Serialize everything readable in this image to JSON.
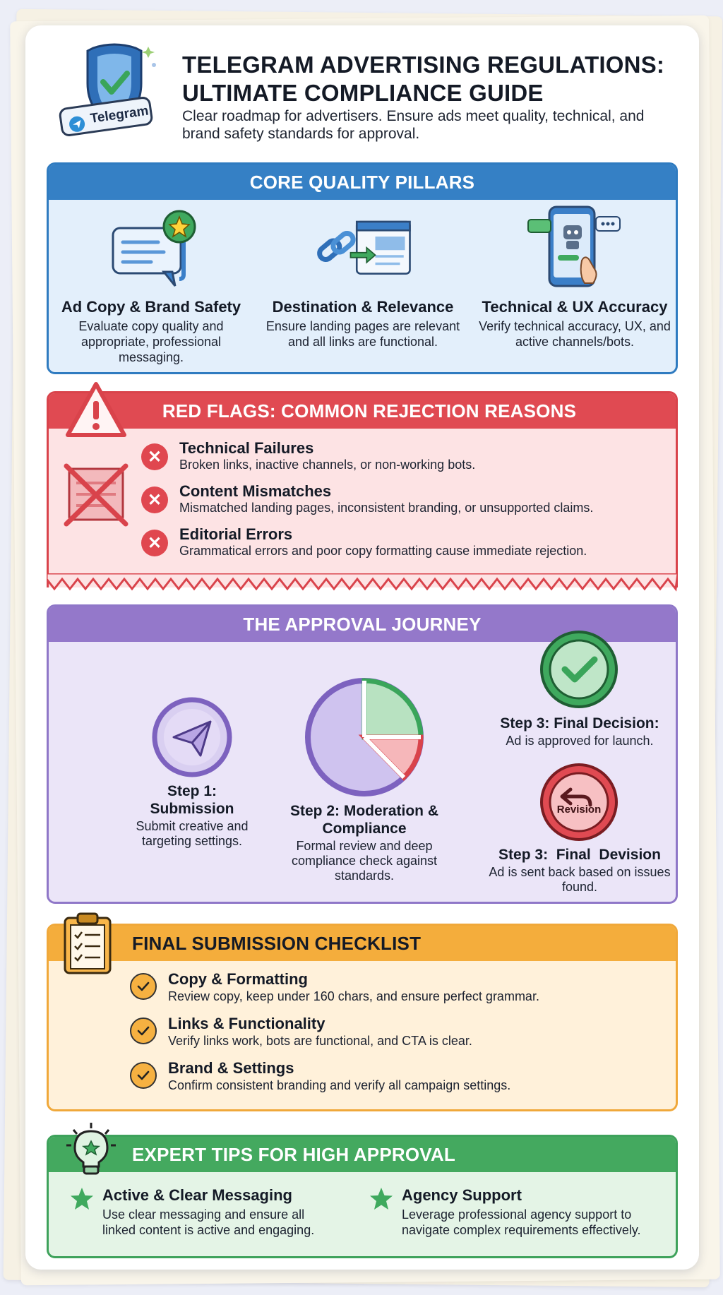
{
  "header": {
    "title_line1": "TELEGRAM ADVERTISING REGULATIONS:",
    "title_line2": "ULTIMATE COMPLIANCE GUIDE",
    "subtitle": "Clear roadmap for advertisers. Ensure ads meet quality, technical, and brand safety standards for approval.",
    "badge_text": "Telegram"
  },
  "pillars": {
    "heading": "CORE QUALITY PILLARS",
    "items": [
      {
        "title": "Ad Copy & Brand Safety",
        "text": "Evaluate copy quality and appropriate, professional messaging.",
        "icon": "chat-star-icon"
      },
      {
        "title": "Destination & Relevance",
        "text": "Ensure landing pages are relevant and all links are functional.",
        "icon": "link-page-icon"
      },
      {
        "title": "Technical & UX Accuracy",
        "text": "Verify technical accuracy, UX, and active channels/bots.",
        "icon": "phone-bot-icon"
      }
    ]
  },
  "red_flags": {
    "heading": "RED FLAGS: COMMON REJECTION REASONS",
    "items": [
      {
        "title": "Technical Failures",
        "text": "Broken links, inactive channels, or non-working bots."
      },
      {
        "title": "Content Mismatches",
        "text": "Mismatched landing pages, inconsistent branding, or unsupported claims."
      },
      {
        "title": "Editorial Errors",
        "text": "Grammatical errors and poor copy formatting cause immediate rejection."
      }
    ]
  },
  "journey": {
    "heading": "THE APPROVAL JOURNEY",
    "step1": {
      "title_line1": "Step 1:",
      "title_line2": "Submission",
      "text": "Submit creative and targeting settings."
    },
    "step2": {
      "title_line1": "Step 2: Moderation &",
      "title_line2": "Compliance",
      "text": "Formal review and deep compliance check against standards."
    },
    "step3a": {
      "title": "Step 3: Final Decision:",
      "text": "Ad is approved for launch."
    },
    "step3b": {
      "title": "Step 3:  Final  Devision",
      "text": "Ad is sent back based on issues found.",
      "badge": "Revision"
    }
  },
  "checklist": {
    "heading": "FINAL SUBMISSION CHECKLIST",
    "items": [
      {
        "title": "Copy & Formatting",
        "text": "Review copy, keep under 160 chars, and ensure perfect grammar."
      },
      {
        "title": "Links & Functionality",
        "text": "Verify links work, bots are functional, and CTA is clear."
      },
      {
        "title": "Brand & Settings",
        "text": "Confirm consistent branding and verify all campaign settings."
      }
    ]
  },
  "tips": {
    "heading": "EXPERT TIPS FOR HIGH APPROVAL",
    "items": [
      {
        "title": "Active & Clear Messaging",
        "text": "Use clear messaging and ensure all linked content is active and engaging."
      },
      {
        "title": "Agency Support",
        "text": "Leverage professional agency support to navigate complex requirements effectively."
      }
    ]
  },
  "colors": {
    "blue": "#3580c5",
    "red": "#e04a52",
    "purple": "#9478ca",
    "orange": "#f4ad3c",
    "green": "#44a95f"
  }
}
